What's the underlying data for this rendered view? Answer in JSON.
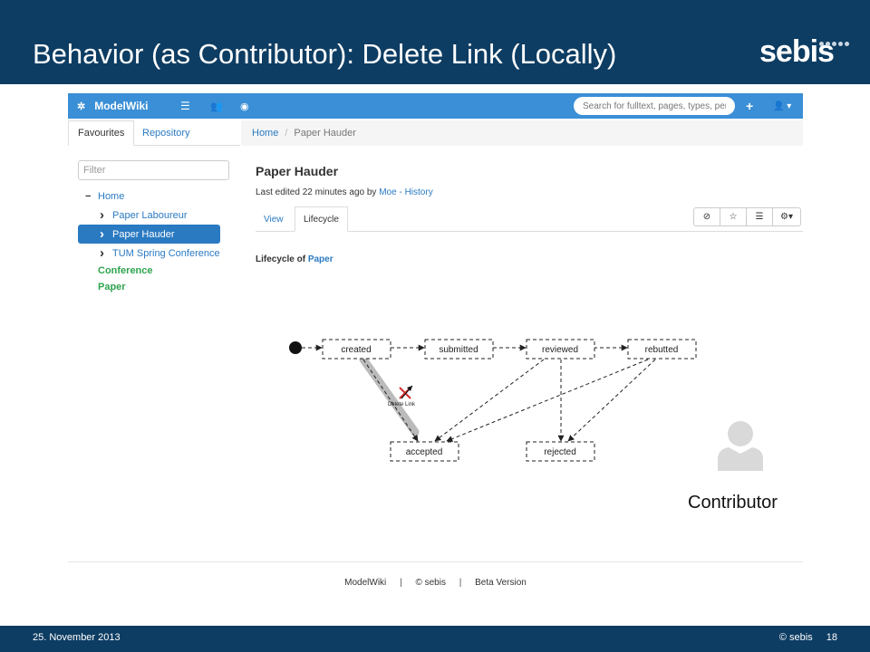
{
  "slide": {
    "title": "Behavior (as Contributor): Delete Link (Locally)",
    "logo": "sebis",
    "footer_date": "25. November 2013",
    "footer_copyright": "© sebis",
    "page_number": "18"
  },
  "navbar": {
    "brand": "ModelWiki",
    "search_placeholder": "Search for fulltext, pages, types, per",
    "add_icon": "plus-icon",
    "user_icon": "user-icon"
  },
  "sidebar": {
    "tabs": [
      "Favourites",
      "Repository"
    ],
    "filter_placeholder": "Filter",
    "tree": [
      {
        "label": "Home",
        "toggle": "−"
      },
      {
        "label": "Paper Laboureur"
      },
      {
        "label": "Paper Hauder",
        "selected": true
      },
      {
        "label": "TUM Spring Conference"
      }
    ],
    "types": [
      "Conference",
      "Paper"
    ]
  },
  "breadcrumb": {
    "home": "Home",
    "separator": "/",
    "current": "Paper Hauder"
  },
  "page": {
    "title": "Paper Hauder",
    "edited_prefix": "Last edited 22 minutes ago by",
    "edited_user": "Moe",
    "edited_dash": "-",
    "history_link": "History",
    "tabs": [
      "View",
      "Lifecycle"
    ],
    "lifecycle_prefix": "Lifecycle of",
    "lifecycle_type": "Paper"
  },
  "diagram": {
    "states": [
      "created",
      "submitted",
      "reviewed",
      "rebutted",
      "accepted",
      "rejected"
    ],
    "tooltip": "Delete Link"
  },
  "app_footer": {
    "items": [
      "ModelWiki",
      "© sebis",
      "Beta Version"
    ],
    "separator": "|"
  },
  "contributor": {
    "label": "Contributor"
  },
  "colors": {
    "slide_bar": "#0e3d63",
    "navbar": "#3a8fd6",
    "link": "#2a7ac2",
    "type_green": "#2ea44f"
  }
}
